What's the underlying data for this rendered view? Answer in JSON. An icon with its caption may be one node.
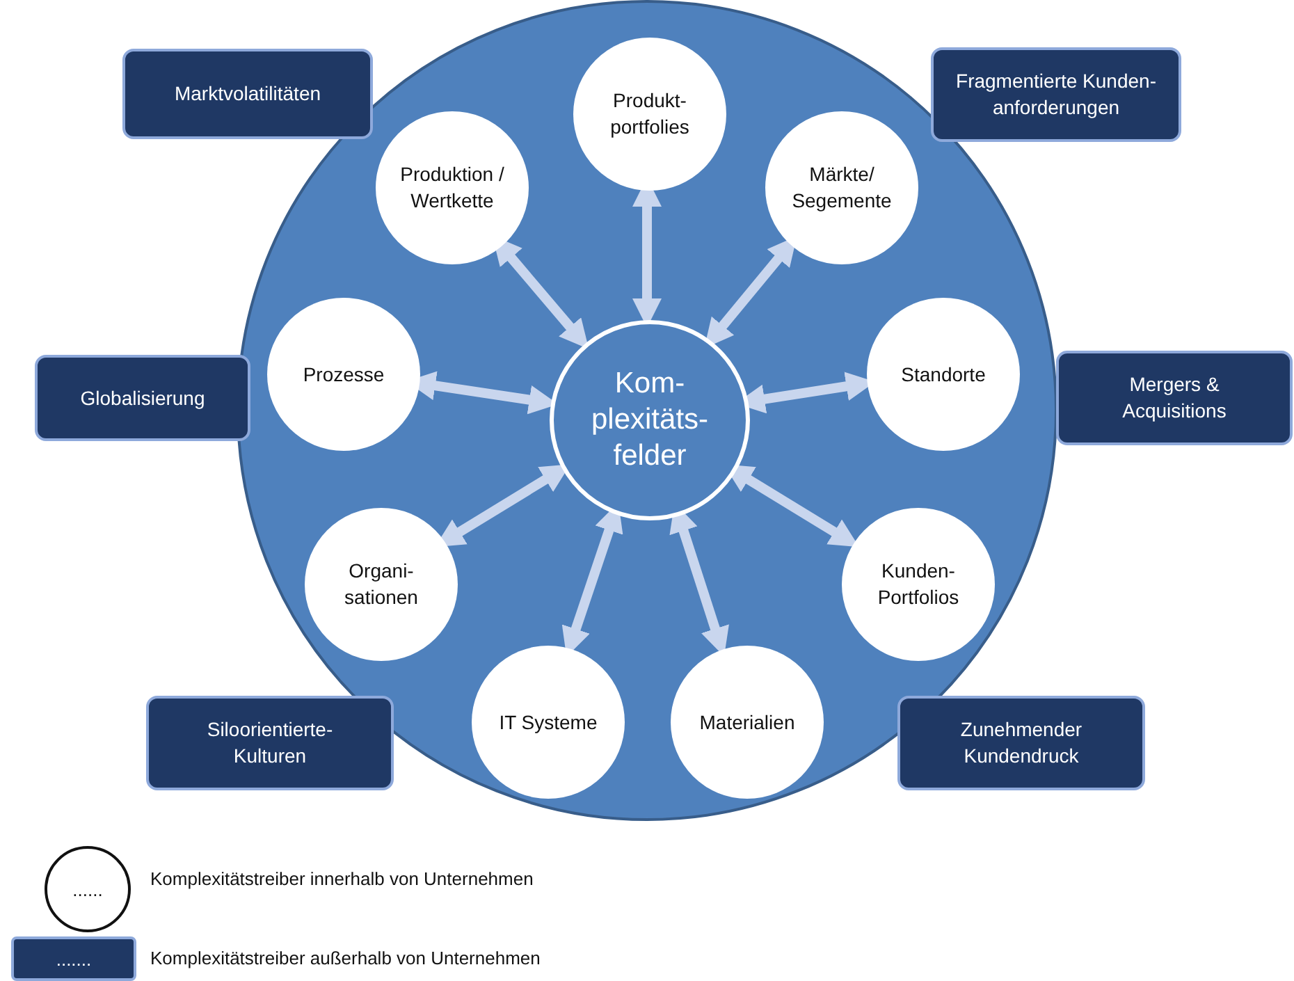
{
  "diagram": {
    "nodes": [
      {
        "text": [],
        "shape": "circle"
      },
      {
        "text": [
          "Kom- plexitäts- felder"
        ],
        "in": 0
      },
      {
        "text": [
          "Produkt- portfolies"
        ],
        "in": 0
      },
      {
        "text": [
          "Märkte/ Segemente"
        ],
        "in": 0
      },
      {
        "text": [
          "Standorte"
        ],
        "in": 0
      },
      {
        "text": [
          "Kunden- Portfolios"
        ],
        "in": 0
      },
      {
        "text": [
          "Materialien"
        ],
        "in": 0
      },
      {
        "text": [
          "IT Systeme"
        ],
        "in": 0
      },
      {
        "text": [
          "Organi- sationen"
        ],
        "in": 0
      },
      {
        "text": [
          "Prozesse"
        ],
        "in": 0
      },
      {
        "text": [
          "Produktion / Wertkette"
        ],
        "in": 0
      },
      {
        "text": [
          "Marktvolatilitäten"
        ]
      },
      {
        "text": [
          "Fragmentierte Kunden- anforderungen"
        ]
      },
      {
        "text": [
          "Globalisierung"
        ]
      },
      {
        "text": [
          "Mergers & Acquisitions"
        ]
      },
      {
        "text": [
          "Siloorientierte- Kulturen"
        ]
      },
      {
        "text": [
          "Zunehmender Kundendruck"
        ]
      }
    ],
    "edges": [
      {
        "from": 2,
        "to": 1,
        "arrow": "both"
      },
      {
        "from": 3,
        "to": 1,
        "arrow": "both"
      },
      {
        "from": 1,
        "to": 4,
        "arrow": "both"
      },
      {
        "from": 1,
        "to": 5,
        "arrow": "both"
      },
      {
        "from": 1,
        "to": 6,
        "arrow": "both"
      },
      {
        "from": 1,
        "to": 7,
        "arrow": "both"
      },
      {
        "from": 1,
        "to": 8,
        "arrow": "both"
      },
      {
        "from": 9,
        "to": 1,
        "arrow": "both"
      },
      {
        "from": 10,
        "to": 1,
        "arrow": "both"
      }
    ],
    "labels": [
      "......",
      "......."
    ],
    "legend": [
      {
        "text": "Komplexitätstreiber innerhalb von Unternehmen"
      },
      {
        "text": "Komplexitätstreiber außerhalb von Unternehmen"
      }
    ]
  }
}
